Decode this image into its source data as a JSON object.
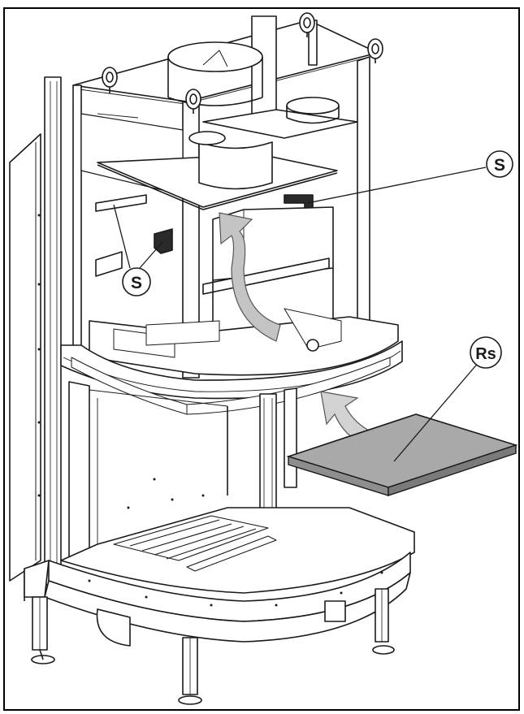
{
  "callouts": {
    "s_top": "S",
    "s_left": "S",
    "rs": "Rs"
  },
  "colors": {
    "line": "#1a1a1a",
    "panel_gray": "#a9a9a9",
    "panel_edge": "#6e6e6e",
    "arrow_gray": "#c4c4c4",
    "frame_border": "#000000"
  }
}
